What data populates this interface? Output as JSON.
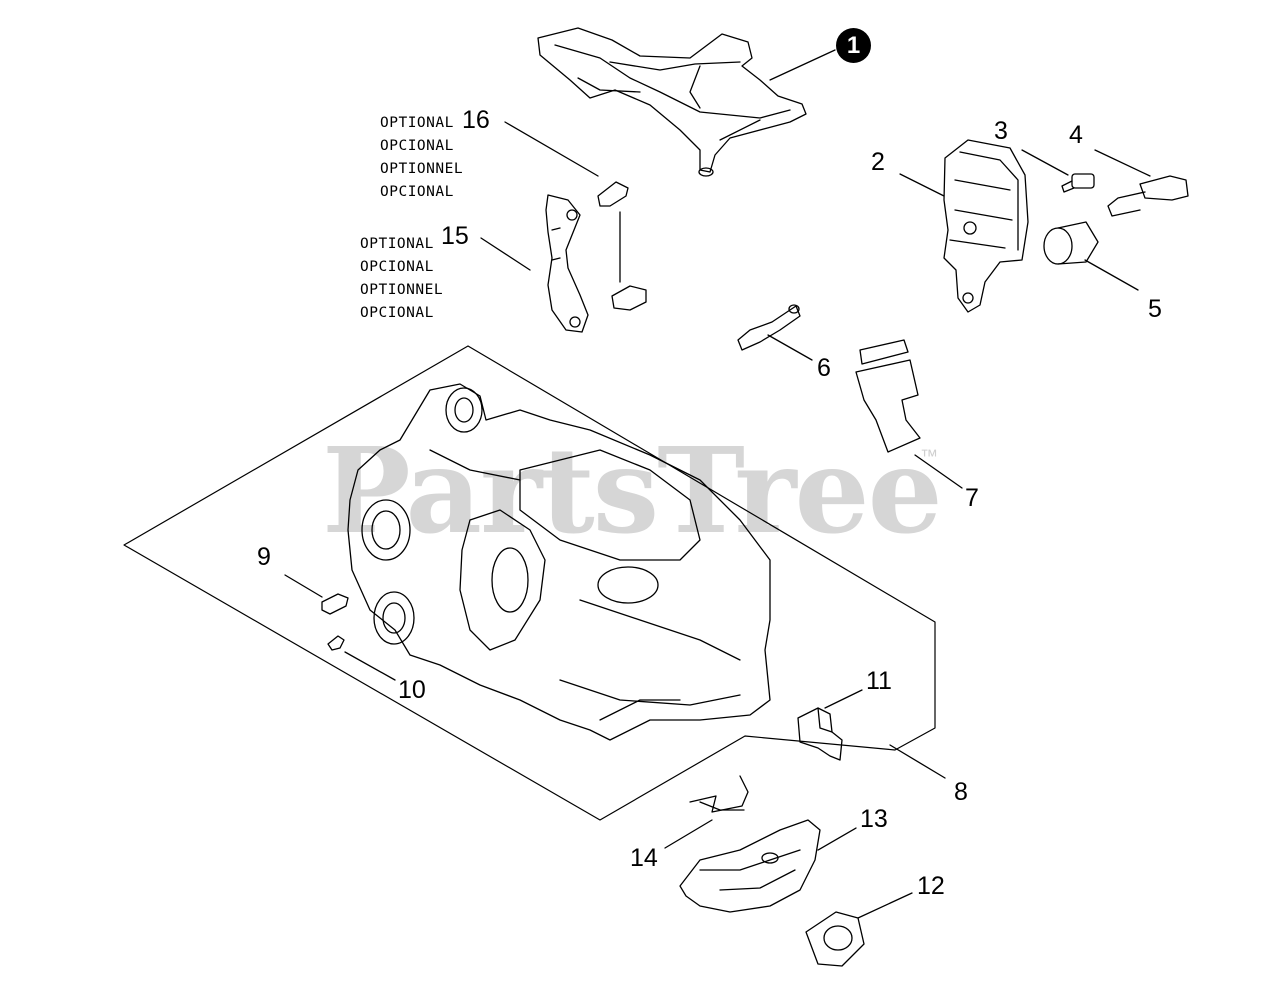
{
  "watermark": {
    "text": "PartsTree",
    "tm": "™"
  },
  "badge": {
    "label": "1"
  },
  "callouts": {
    "c2": "2",
    "c3": "3",
    "c4": "4",
    "c5": "5",
    "c6": "6",
    "c7": "7",
    "c8": "8",
    "c9": "9",
    "c10": "10",
    "c11": "11",
    "c12": "12",
    "c13": "13",
    "c14": "14",
    "c15": "15",
    "c16": "16"
  },
  "notes": {
    "part16": [
      "OPTIONAL",
      "OPCIONAL",
      "OPTIONNEL",
      "OPCIONAL"
    ],
    "part15": [
      "OPTIONAL",
      "OPCIONAL",
      "OPTIONNEL",
      "OPCIONAL"
    ]
  },
  "colors": {
    "ink": "#000000",
    "watermark": "#d6d6d6",
    "background": "#ffffff"
  }
}
